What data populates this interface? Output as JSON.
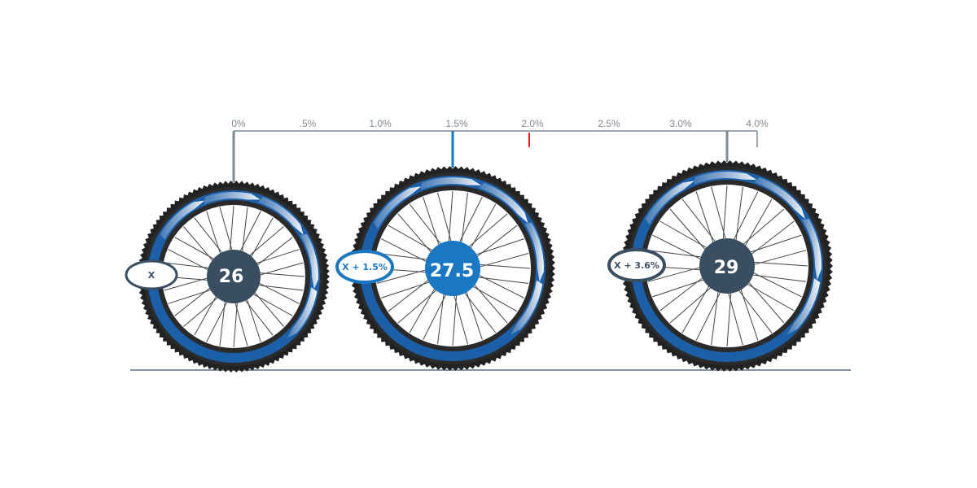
{
  "scale": {
    "tick_labels": [
      "0%",
      ".5%",
      "1.0%",
      "1.5%",
      "2.0%",
      "2.5%",
      "3.0%",
      "4.0%"
    ],
    "red_marker_value": "2.0%"
  },
  "wheels": [
    {
      "size_label": "26",
      "bubble_label": "X",
      "hub_color": "#3a4e62",
      "bubble_color": "#3a4e62",
      "pointer_color": "#7f8a95",
      "percent_increase": 0
    },
    {
      "size_label": "27.5",
      "bubble_label": "X + 1.5%",
      "hub_color": "#1a78c2",
      "bubble_color": "#1a78c2",
      "pointer_color": "#1a78c2",
      "percent_increase": 1.5
    },
    {
      "size_label": "29",
      "bubble_label": "X + 3.6%",
      "hub_color": "#3a4e62",
      "bubble_color": "#3a4e62",
      "pointer_color": "#7f8a95",
      "percent_increase": 3.6
    }
  ],
  "colors": {
    "rim_blue": "#1a5fa8",
    "tire_dark": "#222222",
    "ground_line": "#5d6f80",
    "scale_line": "#7f8a95",
    "marker_red": "#e02424"
  }
}
